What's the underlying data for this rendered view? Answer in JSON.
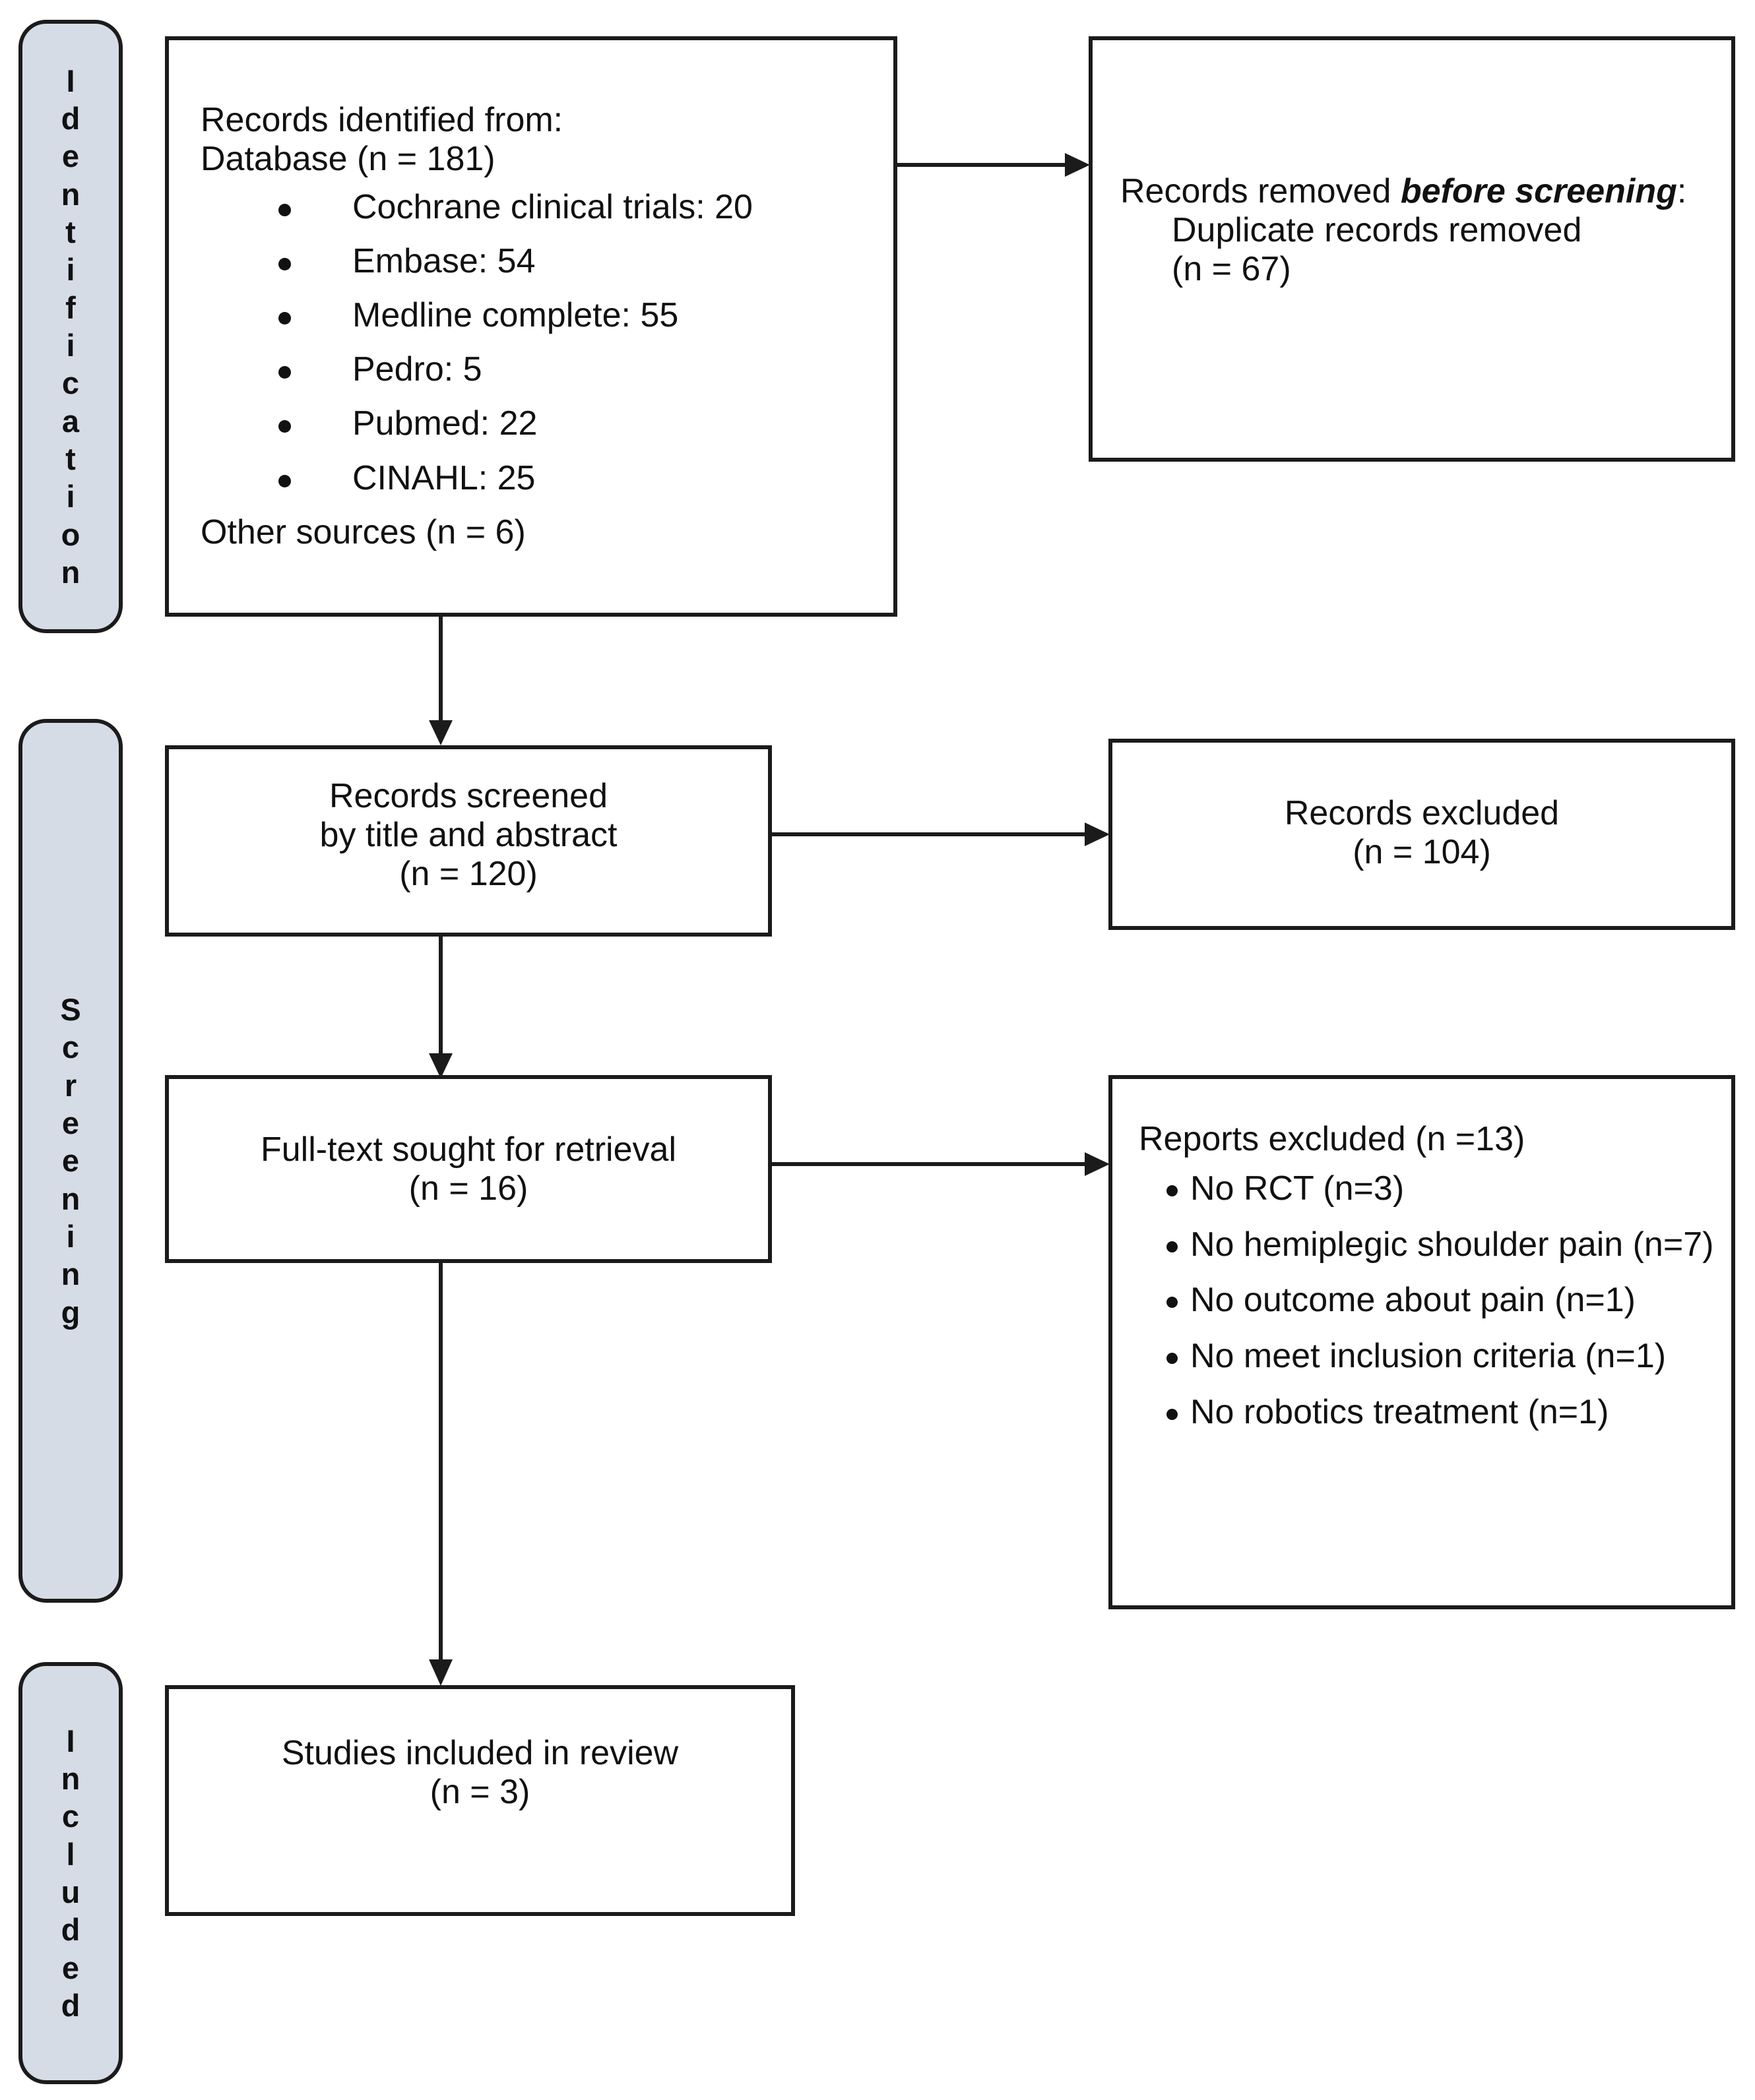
{
  "diagram": {
    "type": "prisma-flow-diagram",
    "stages": [
      {
        "id": "identification",
        "label": "Identification",
        "letters": [
          "I",
          "d",
          "e",
          "n",
          "t",
          "i",
          "f",
          "i",
          "c",
          "a",
          "t",
          "i",
          "o",
          "n"
        ]
      },
      {
        "id": "screening",
        "label": "Screening",
        "letters": [
          "S",
          "c",
          "r",
          "e",
          "e",
          "n",
          "i",
          "n",
          "g"
        ]
      },
      {
        "id": "included",
        "label": "Included",
        "letters": [
          "I",
          "n",
          "c",
          "l",
          "u",
          "d",
          "e",
          "d"
        ]
      }
    ],
    "boxes": {
      "records_identified": {
        "line1": "Records identified from:",
        "line2": "Database (n = 181)",
        "sources": [
          "Cochrane clinical trials: 20",
          "Embase: 54",
          "Medline complete: 55",
          "Pedro: 5",
          "Pubmed: 22",
          "CINAHL: 25"
        ],
        "other_sources": "Other sources (n = 6)"
      },
      "records_removed": {
        "lead": "Records removed ",
        "emphasis": "before screening",
        "lead_tail": ":",
        "detail_line1": "Duplicate records removed",
        "detail_line2": "(n = 67)"
      },
      "records_screened": {
        "line1": "Records screened",
        "line2": "by title and abstract",
        "line3": "(n = 120)"
      },
      "records_excluded": {
        "line1": "Records excluded",
        "line2": "(n = 104)"
      },
      "fulltext_sought": {
        "line1": "Full-text sought for retrieval",
        "line2": "(n = 16)"
      },
      "reports_excluded": {
        "heading": "Reports excluded (n =13)",
        "reasons": [
          "No RCT (n=3)",
          "No hemiplegic shoulder pain (n=7)",
          "No outcome about pain (n=1)",
          "No meet inclusion criteria (n=1)",
          "No robotics treatment (n=1)"
        ]
      },
      "studies_included": {
        "line1": "Studies included in review",
        "line2": "(n = 3)"
      }
    },
    "colors": {
      "stage_tab_fill": "#d6dce6",
      "stroke": "#1b1b1b",
      "box_fill": "#ffffff",
      "text": "#111111"
    }
  }
}
